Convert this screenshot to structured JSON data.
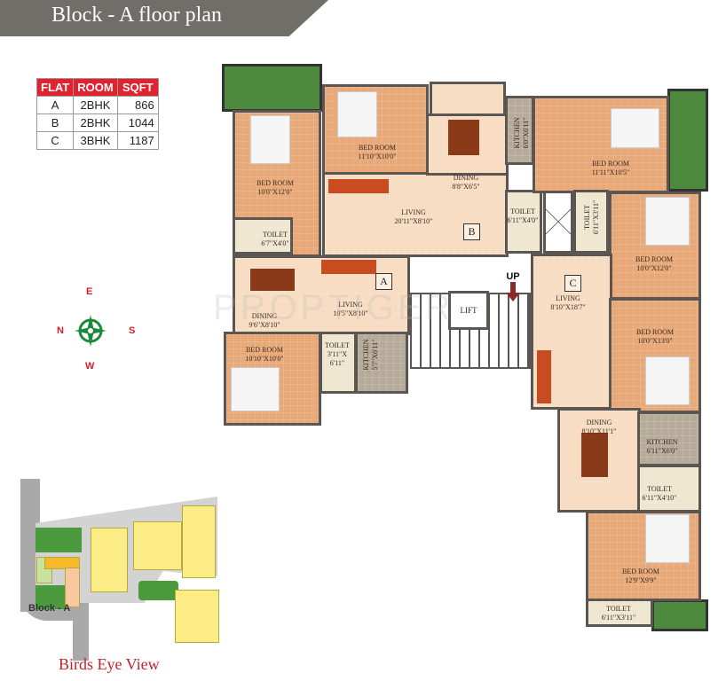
{
  "header": {
    "title": "Block - A floor plan"
  },
  "flat_table": {
    "columns": [
      "FLAT",
      "ROOM",
      "SQFT"
    ],
    "rows": [
      [
        "A",
        "2BHK",
        "866"
      ],
      [
        "B",
        "2BHK",
        "1044"
      ],
      [
        "C",
        "3BHK",
        "1187"
      ]
    ]
  },
  "compass": {
    "north": "N",
    "south": "S",
    "east": "E",
    "west": "W"
  },
  "plan": {
    "flat_tags": {
      "a": "A",
      "b": "B",
      "c": "C"
    },
    "rooms": {
      "b_bed1": {
        "name": "BED ROOM",
        "size": "10'0\"X12'0\""
      },
      "b_toilet1": {
        "name": "TOILET",
        "size": "6'7\"X4'0\""
      },
      "b_bed2": {
        "name": "BED ROOM",
        "size": "11'10\"X10'0\""
      },
      "b_dining": {
        "name": "DINING",
        "size": "8'8\"X6'5\""
      },
      "b_living": {
        "name": "LIVING",
        "size": "20'11\"X8'10\""
      },
      "b_kitchen": {
        "name": "KITCHEN",
        "size": "6'0\"X6'11\""
      },
      "b_toilet2": {
        "name": "TOILET",
        "size": "6'11\"X4'0\""
      },
      "c_bed1": {
        "name": "BED ROOM",
        "size": "11'11\"X10'5\""
      },
      "c_toilet1": {
        "name": "TOILET",
        "size": "6'11\"X3'11\""
      },
      "c_bed2": {
        "name": "BED ROOM",
        "size": "10'0\"X12'0\""
      },
      "a_dining": {
        "name": "DINING",
        "size": "9'6\"X8'10\""
      },
      "a_living": {
        "name": "LIVING",
        "size": "10'5\"X8'10\""
      },
      "a_bed": {
        "name": "BED ROOM",
        "size": "10'10\"X10'0\""
      },
      "a_toilet": {
        "name": "TOILET",
        "size": "3'11\"X 6'11\""
      },
      "a_kitchen": {
        "name": "KITCHEN",
        "size": "5'7\"X6'11\""
      },
      "c_living": {
        "name": "LIVING",
        "size": "8'10\"X18'7\""
      },
      "c_bed3": {
        "name": "BED ROOM",
        "size": "10'0\"X13'0\""
      },
      "c_dining": {
        "name": "DINING",
        "size": "8'10\"X11'1\""
      },
      "c_kitchen": {
        "name": "KITCHEN",
        "size": "6'11\"X6'0\""
      },
      "c_toilet2": {
        "name": "TOILET",
        "size": "6'11\"X4'10\""
      },
      "c_bed4": {
        "name": "BED ROOM",
        "size": "12'9\"X9'9\""
      },
      "c_toilet3": {
        "name": "TOILET",
        "size": "6'11\"X3'11\""
      }
    },
    "lift": "LIFT",
    "stair_direction": "UP",
    "watermark": "PROPTIGER"
  },
  "birds_eye": {
    "block_label": "Block - A",
    "title": "Birds Eye View"
  },
  "colors": {
    "banner": "#706e68",
    "table_header": "#e0232f",
    "accent_red": "#c0202a",
    "garden": "#4e8a3e",
    "compass": "#1a8a3a"
  }
}
